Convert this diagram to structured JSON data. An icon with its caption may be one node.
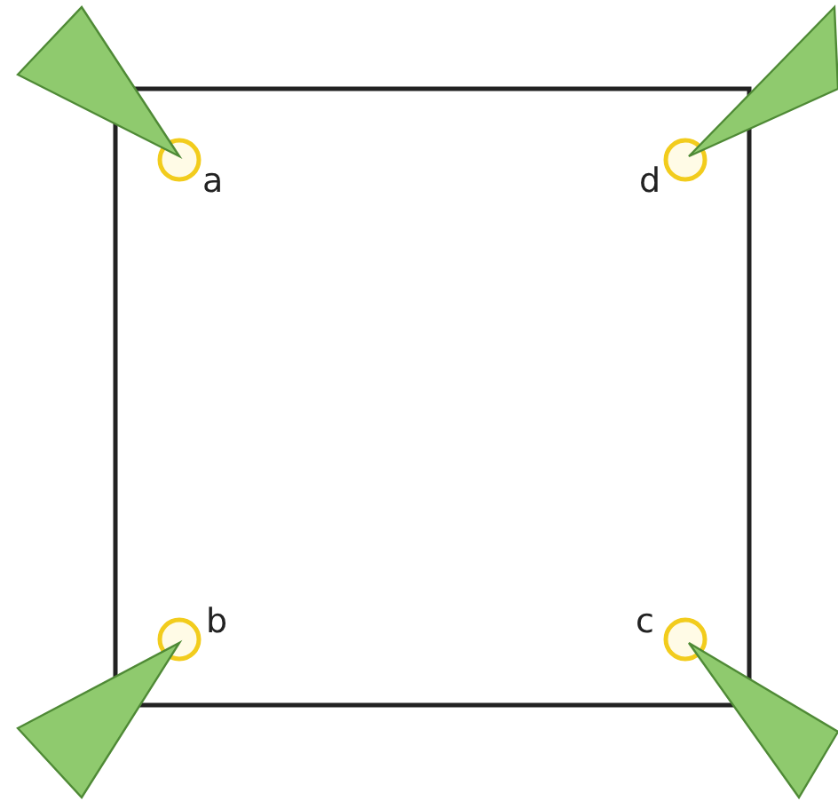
{
  "diagram": {
    "labels": [
      "a",
      "d",
      "b",
      "c"
    ]
  }
}
